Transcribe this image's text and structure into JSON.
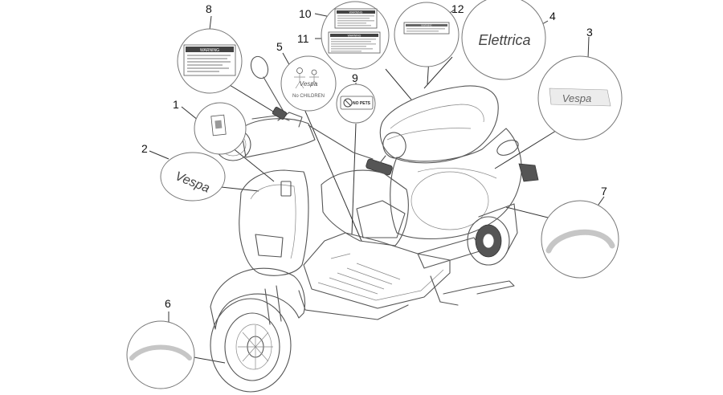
{
  "callouts": [
    "1",
    "2",
    "3",
    "4",
    "5",
    "6",
    "7",
    "8",
    "9",
    "10",
    "11",
    "12"
  ],
  "sticker_texts": {
    "warning": "WARNING",
    "no_pets": "NO PETS",
    "model_name": "Elettrica",
    "brand": "Vespa",
    "kids_line": "No CHILDREN"
  }
}
